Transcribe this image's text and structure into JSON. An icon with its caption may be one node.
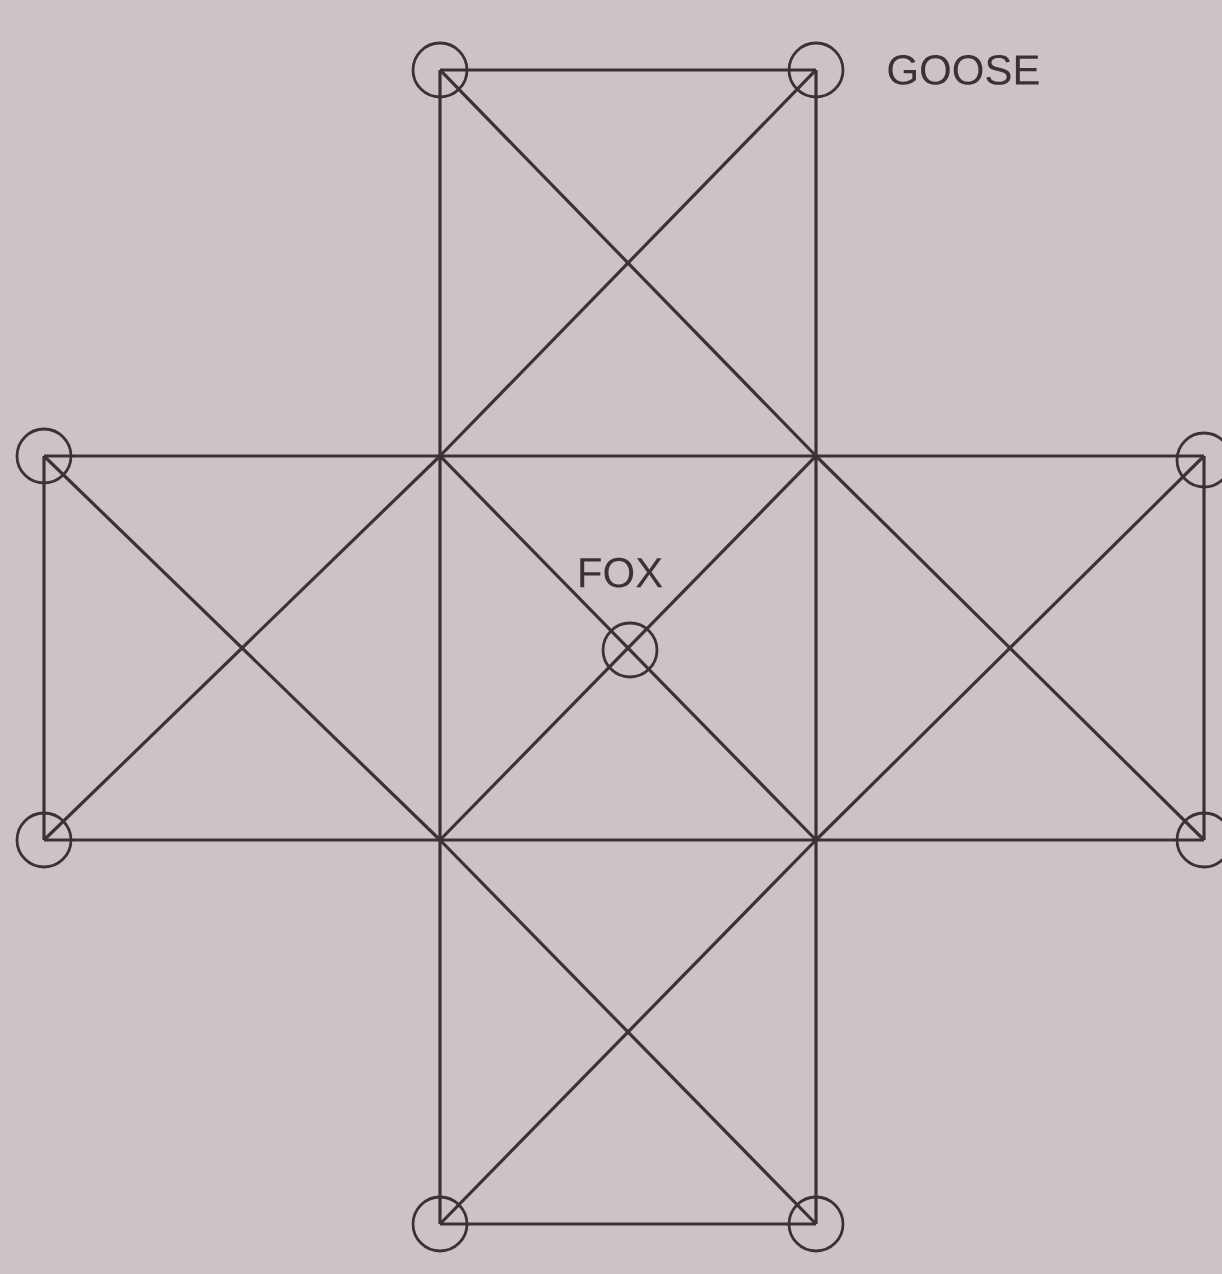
{
  "diagram": {
    "nodes": [
      {
        "text": [],
        "shape": "circle"
      },
      {
        "text": [],
        "shape": "circle",
        "beside": [
          "GOOSE"
        ]
      },
      {
        "text": [],
        "shape": "circle"
      },
      {
        "text": [],
        "shape": "circle"
      },
      {
        "text": [],
        "shape": "circle",
        "beside": [
          "FOX"
        ]
      },
      {
        "text": [],
        "shape": "circle"
      },
      {
        "text": [],
        "shape": "circle"
      },
      {
        "text": [],
        "shape": "circle"
      },
      {
        "text": [],
        "shape": "circle"
      }
    ]
  }
}
